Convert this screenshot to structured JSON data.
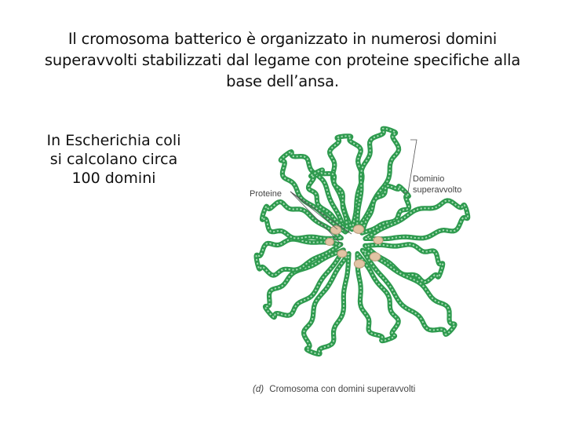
{
  "title": {
    "line1": "Il cromosoma batterico è organizzato in numerosi domini",
    "line2": "superavvolti stabilizzati dal legame con proteine specifiche alla",
    "line3": "base dell’ansa."
  },
  "note": {
    "line1": "In Escherichia coli",
    "line2": "si calcolano circa",
    "line3": "100 domini"
  },
  "figure": {
    "label_proteins": "Proteine",
    "label_domain_line1": "Dominio",
    "label_domain_line2": "superavvolto",
    "caption_letter": "(d)",
    "caption_text": "Cromosoma con domini superavvolti",
    "colors": {
      "dna_strand": "#2e9a4e",
      "dna_light": "#a6dcb4",
      "protein_fill": "#e2c4a4",
      "protein_stroke": "#b89a7a",
      "label_text": "#444444"
    }
  }
}
